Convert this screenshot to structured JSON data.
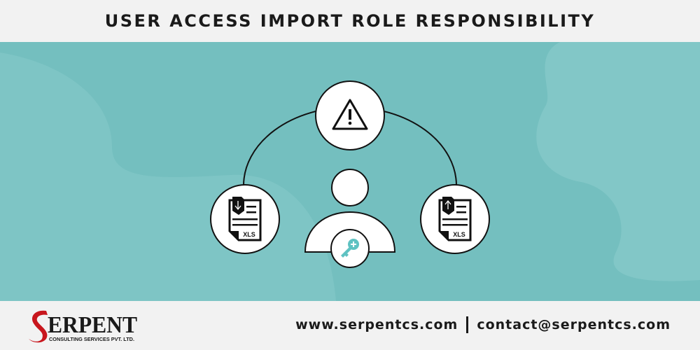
{
  "header": {
    "title": "USER ACCESS IMPORT ROLE RESPONSIBILITY"
  },
  "diagram": {
    "nodes": [
      {
        "icon": "warning-icon"
      },
      {
        "icon": "xls-import-icon",
        "label": "XLS"
      },
      {
        "icon": "xls-export-icon",
        "label": "XLS"
      },
      {
        "icon": "user-key-icon"
      }
    ]
  },
  "footer": {
    "logo_text": "SERPENT",
    "logo_subtext": "CONSULTING SERVICES PVT. LTD.",
    "website": "www.serpentcs.com",
    "email": "contact@serpentcs.com"
  },
  "colors": {
    "teal": "#74bfbf",
    "teal_light": "#80c6c6",
    "key": "#5fc2c2",
    "logo_red": "#c8161d"
  }
}
